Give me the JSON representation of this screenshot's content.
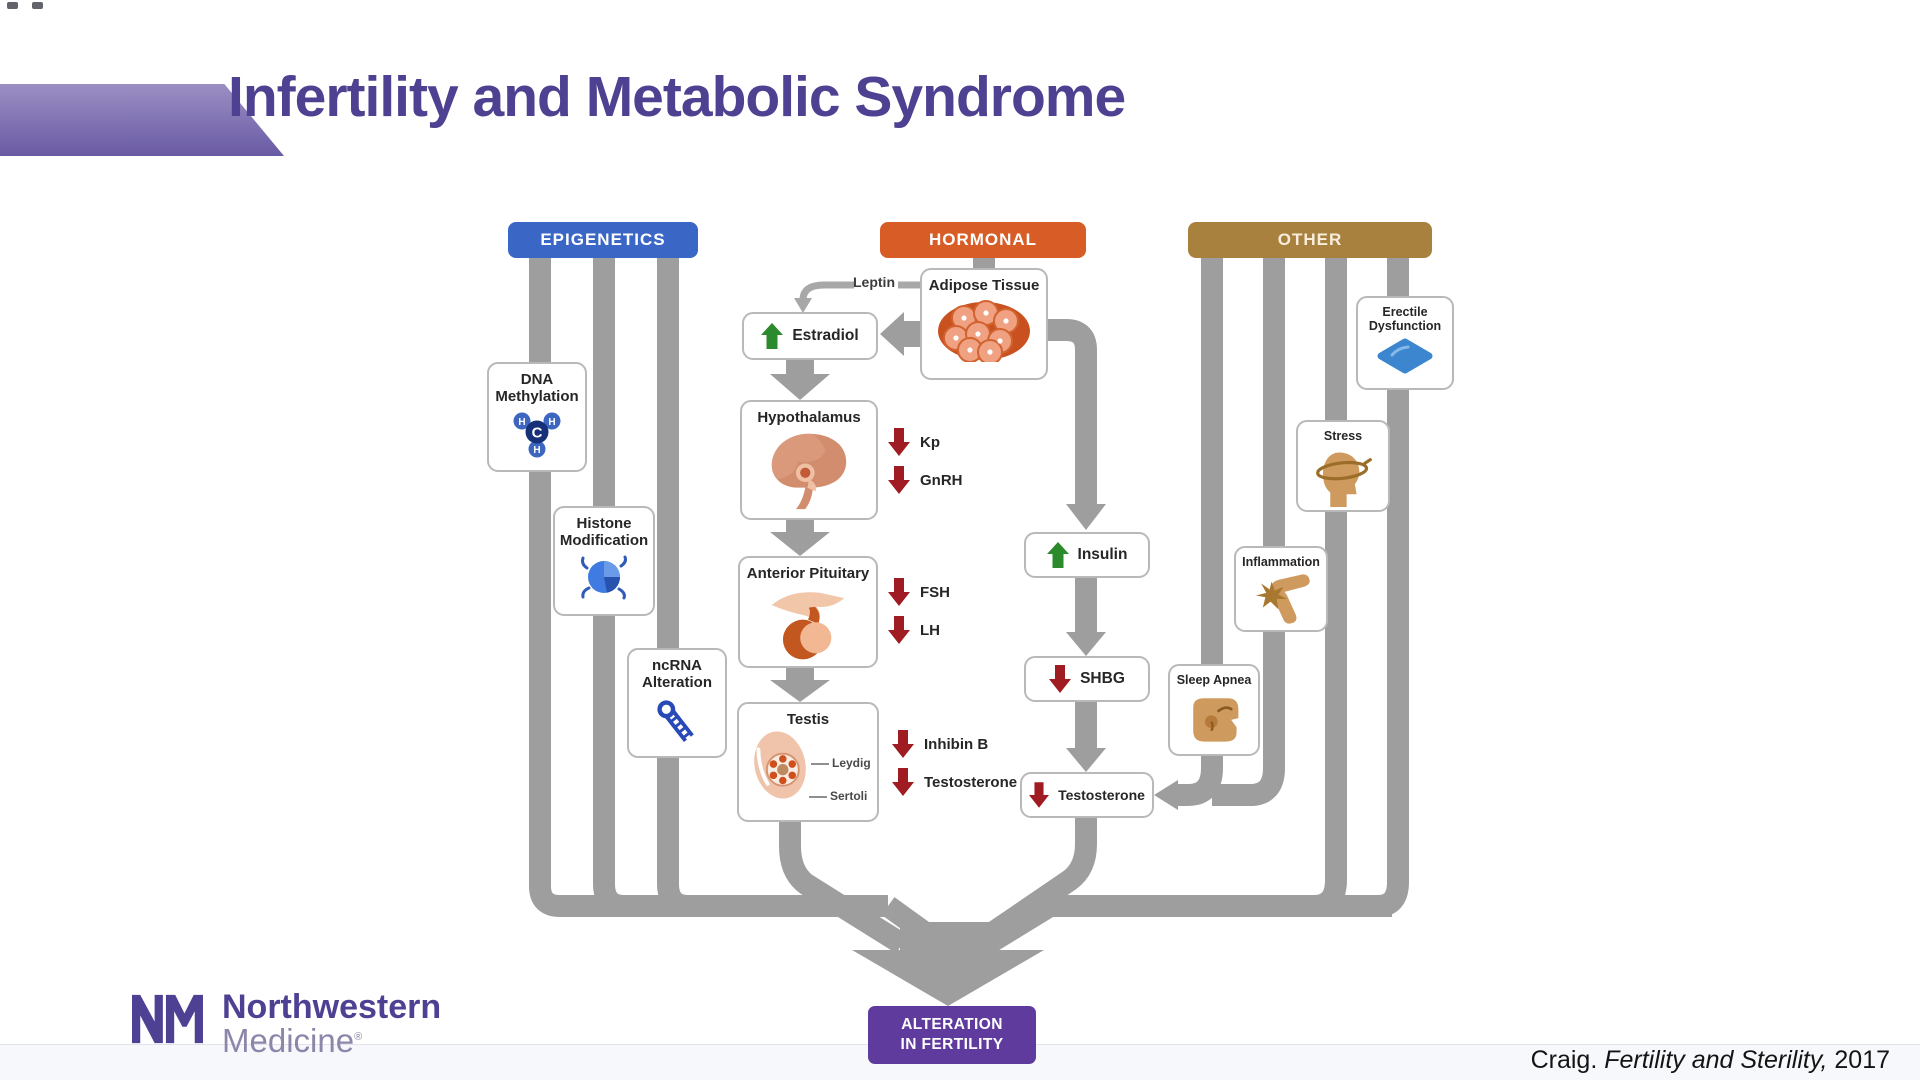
{
  "title": "Infertility and Metabolic Syndrome",
  "headers": {
    "epigenetics": "EPIGENETICS",
    "hormonal": "HORMONAL",
    "other": "OTHER"
  },
  "epigenetics": {
    "dna_line1": "DNA",
    "dna_line2": "Methylation",
    "histone_line1": "Histone",
    "histone_line2": "Modification",
    "ncrna_line1": "ncRNA",
    "ncrna_line2": "Alteration"
  },
  "hormonal": {
    "leptin": "Leptin",
    "adipose": "Adipose Tissue",
    "estradiol": "Estradiol",
    "hypothalamus": "Hypothalamus",
    "kp": "Kp",
    "gnrh": "GnRH",
    "anterior_pituitary": "Anterior Pituitary",
    "fsh": "FSH",
    "lh": "LH",
    "testis": "Testis",
    "leydig": "Leydig",
    "sertoli": "Sertoli",
    "inhibin_b": "Inhibin B",
    "testosterone_drop": "Testosterone",
    "insulin": "Insulin",
    "shbg": "SHBG",
    "testosterone_box": "Testosterone"
  },
  "other": {
    "erectile_line1": "Erectile",
    "erectile_line2": "Dysfunction",
    "stress": "Stress",
    "inflammation": "Inflammation",
    "sleep_apnea": "Sleep Apnea"
  },
  "outcome": {
    "line1": "ALTERATION",
    "line2": "IN FERTILITY"
  },
  "logo": {
    "name": "Northwestern",
    "division": "Medicine",
    "reg": "®"
  },
  "citation": {
    "prefix": "Craig. ",
    "journal": "Fertility and Sterility,",
    "year": " 2017"
  },
  "colors": {
    "title": "#4e4191",
    "epigenetics_header": "#3a67c6",
    "hormonal_header": "#d85c26",
    "other_header": "#a8813f",
    "outcome_box": "#5e3b9c",
    "pipe_gray": "#9e9e9e",
    "increase_green": "#2b8a2b",
    "decrease_red": "#a01c23"
  }
}
